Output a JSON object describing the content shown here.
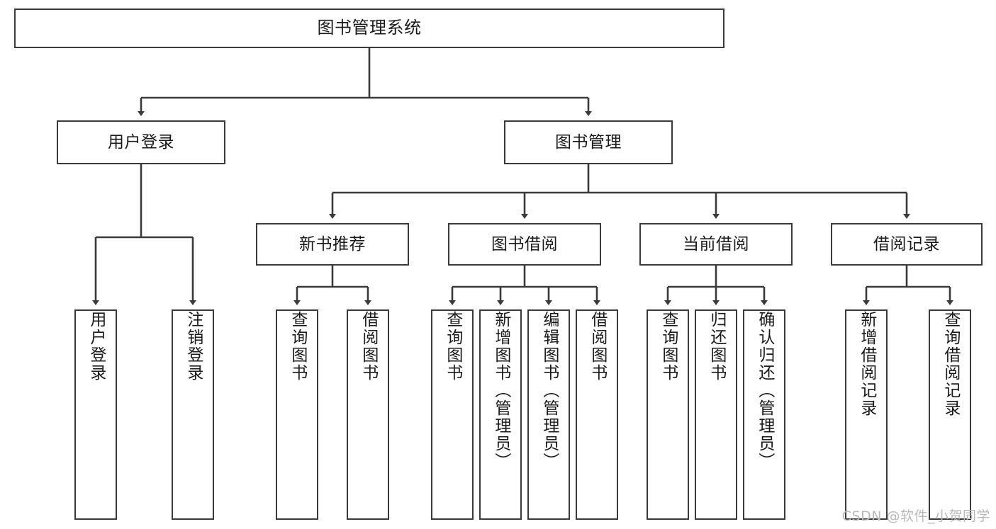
{
  "diagram": {
    "type": "tree",
    "title": "图书管理系统",
    "orientation": "top-down",
    "style": {
      "box_stroke": "#3a3a3a",
      "box_fill": "#ffffff",
      "text_color": "#1a1a1a",
      "background": "#ffffff",
      "watermark_color": "#b9b9b9"
    },
    "nodes": {
      "root": {
        "label": "图书管理系统",
        "level": 0,
        "orientation": "horizontal"
      },
      "level1": [
        {
          "id": "user-login",
          "label": "用户登录",
          "orientation": "horizontal"
        },
        {
          "id": "book-management",
          "label": "图书管理",
          "orientation": "horizontal"
        }
      ],
      "level2": [
        {
          "id": "new-book-recommend",
          "label": "新书推荐",
          "orientation": "horizontal",
          "parent": "book-management"
        },
        {
          "id": "book-borrow",
          "label": "图书借阅",
          "orientation": "horizontal",
          "parent": "book-management"
        },
        {
          "id": "current-borrow",
          "label": "当前借阅",
          "orientation": "horizontal",
          "parent": "book-management"
        },
        {
          "id": "borrow-record",
          "label": "借阅记录",
          "orientation": "horizontal",
          "parent": "book-management"
        }
      ],
      "leaves": [
        {
          "id": "leaf-user-login",
          "label": "用户登录",
          "parent": "user-login",
          "orientation": "vertical"
        },
        {
          "id": "leaf-user-logout",
          "label": "注销登录",
          "parent": "user-login",
          "orientation": "vertical"
        },
        {
          "id": "leaf-query-book-1",
          "label": "查询图书",
          "parent": "new-book-recommend",
          "orientation": "vertical"
        },
        {
          "id": "leaf-borrow-book-1",
          "label": "借阅图书",
          "parent": "new-book-recommend",
          "orientation": "vertical"
        },
        {
          "id": "leaf-query-book-2",
          "label": "查询图书",
          "parent": "book-borrow",
          "orientation": "vertical"
        },
        {
          "id": "leaf-add-book",
          "label": "新增图书（管理员）",
          "parent": "book-borrow",
          "orientation": "vertical"
        },
        {
          "id": "leaf-edit-book",
          "label": "编辑图书（管理员）",
          "parent": "book-borrow",
          "orientation": "vertical"
        },
        {
          "id": "leaf-borrow-book-2",
          "label": "借阅图书",
          "parent": "book-borrow",
          "orientation": "vertical"
        },
        {
          "id": "leaf-query-book-3",
          "label": "查询图书",
          "parent": "current-borrow",
          "orientation": "vertical"
        },
        {
          "id": "leaf-return-book",
          "label": "归还图书",
          "parent": "current-borrow",
          "orientation": "vertical"
        },
        {
          "id": "leaf-confirm-return",
          "label": "确认归还（管理员）",
          "parent": "current-borrow",
          "orientation": "vertical"
        },
        {
          "id": "leaf-add-record",
          "label": "新增借阅记录",
          "parent": "borrow-record",
          "orientation": "vertical"
        },
        {
          "id": "leaf-query-record",
          "label": "查询借阅记录",
          "parent": "borrow-record",
          "orientation": "vertical"
        }
      ]
    },
    "watermark": "CSDN @软件_小贺同学"
  }
}
